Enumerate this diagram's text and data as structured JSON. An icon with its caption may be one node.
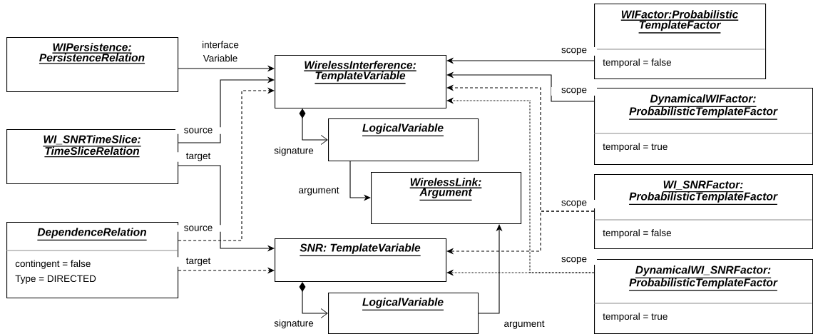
{
  "diagram": {
    "nodes": [
      {
        "text": [
          "WIPersistence: PersistenceRelation"
        ]
      },
      {
        "text": [
          "WI_SNRTimeSlice: TimeSliceRelation"
        ]
      },
      {
        "text": [
          "DependenceRelation",
          "contingent = false",
          "Type = DIRECTED"
        ]
      },
      {
        "text": [
          "WirelessInterference: TemplateVariable"
        ]
      },
      {
        "text": [
          "LogicalVariable"
        ]
      },
      {
        "text": [
          "WirelessLink: Argument"
        ]
      },
      {
        "text": [
          "SNR: TemplateVariable"
        ]
      },
      {
        "text": [
          "LogicalVariable"
        ]
      },
      {
        "text": [
          "WIFactor:Probabilistic TemplateFactor",
          "temporal = false"
        ]
      },
      {
        "text": [
          "DynamicalWIFactor: ProbabilisticTemplateFactor",
          "temporal = true"
        ]
      },
      {
        "text": [
          "WI_SNRFactor: ProbabilisticTemplateFactor",
          "temporal = false"
        ]
      },
      {
        "text": [
          "DynamicalWI_SNRFactor: ProbabilisticTemplateFactor",
          "temporal = true"
        ]
      }
    ],
    "edges": [
      {
        "from": 0,
        "to": 3,
        "arrow": "to",
        "label": "interface Variable"
      },
      {
        "from": 1,
        "to": 3,
        "arrow": "to",
        "label": "source"
      },
      {
        "from": 1,
        "to": 6,
        "arrow": "to",
        "label": "target"
      },
      {
        "from": 2,
        "to": 3,
        "arrow": "to",
        "label": "source",
        "style": "dashed"
      },
      {
        "from": 2,
        "to": 6,
        "arrow": "to",
        "label": "target",
        "style": "dashed"
      },
      {
        "from": 3,
        "to": 4,
        "arrow": "to",
        "label": "signature"
      },
      {
        "from": 4,
        "to": 5,
        "arrow": "to",
        "label": "argument"
      },
      {
        "from": 6,
        "to": 7,
        "arrow": "to",
        "label": "signature"
      },
      {
        "from": 7,
        "to": 5,
        "arrow": "to",
        "label": "argument"
      },
      {
        "from": 8,
        "to": 3,
        "arrow": "to",
        "label": "scope"
      },
      {
        "from": 9,
        "to": 3,
        "arrow": "to",
        "label": "scope"
      },
      {
        "from": 10,
        "to": 3,
        "arrow": "to",
        "label": "scope",
        "style": "dashed"
      },
      {
        "from": 10,
        "to": 6,
        "arrow": "to",
        "style": "dashed"
      },
      {
        "from": 11,
        "to": 3,
        "arrow": "to",
        "label": "scope",
        "style": "dashed"
      },
      {
        "from": 11,
        "to": 6,
        "arrow": "to",
        "style": "dashed"
      }
    ]
  }
}
